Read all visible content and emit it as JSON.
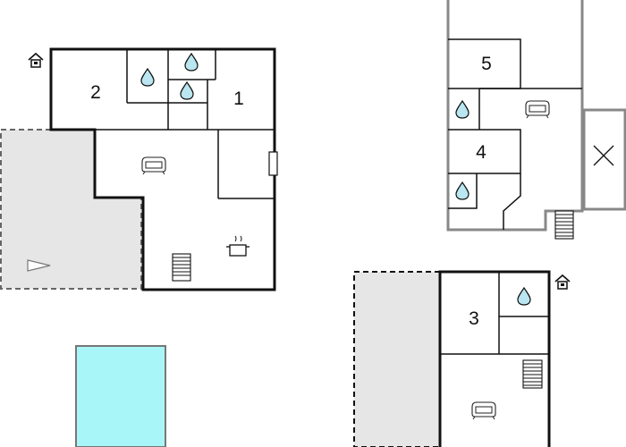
{
  "rooms": {
    "r1": "1",
    "r2": "2",
    "r3": "3",
    "r4": "4",
    "r5": "5"
  },
  "colors": {
    "wall": "#111111",
    "upper_wall": "#888888",
    "terrace": "#e6e6e6",
    "pool": "#a9f6f8",
    "water_drop": "#b9e6f0"
  },
  "icons": [
    "house-icon",
    "water-drop-icon",
    "sofa-icon",
    "cooking-pot-icon",
    "stairs-icon",
    "door-icon",
    "terrace-arrow-icon",
    "void-cross-icon"
  ]
}
